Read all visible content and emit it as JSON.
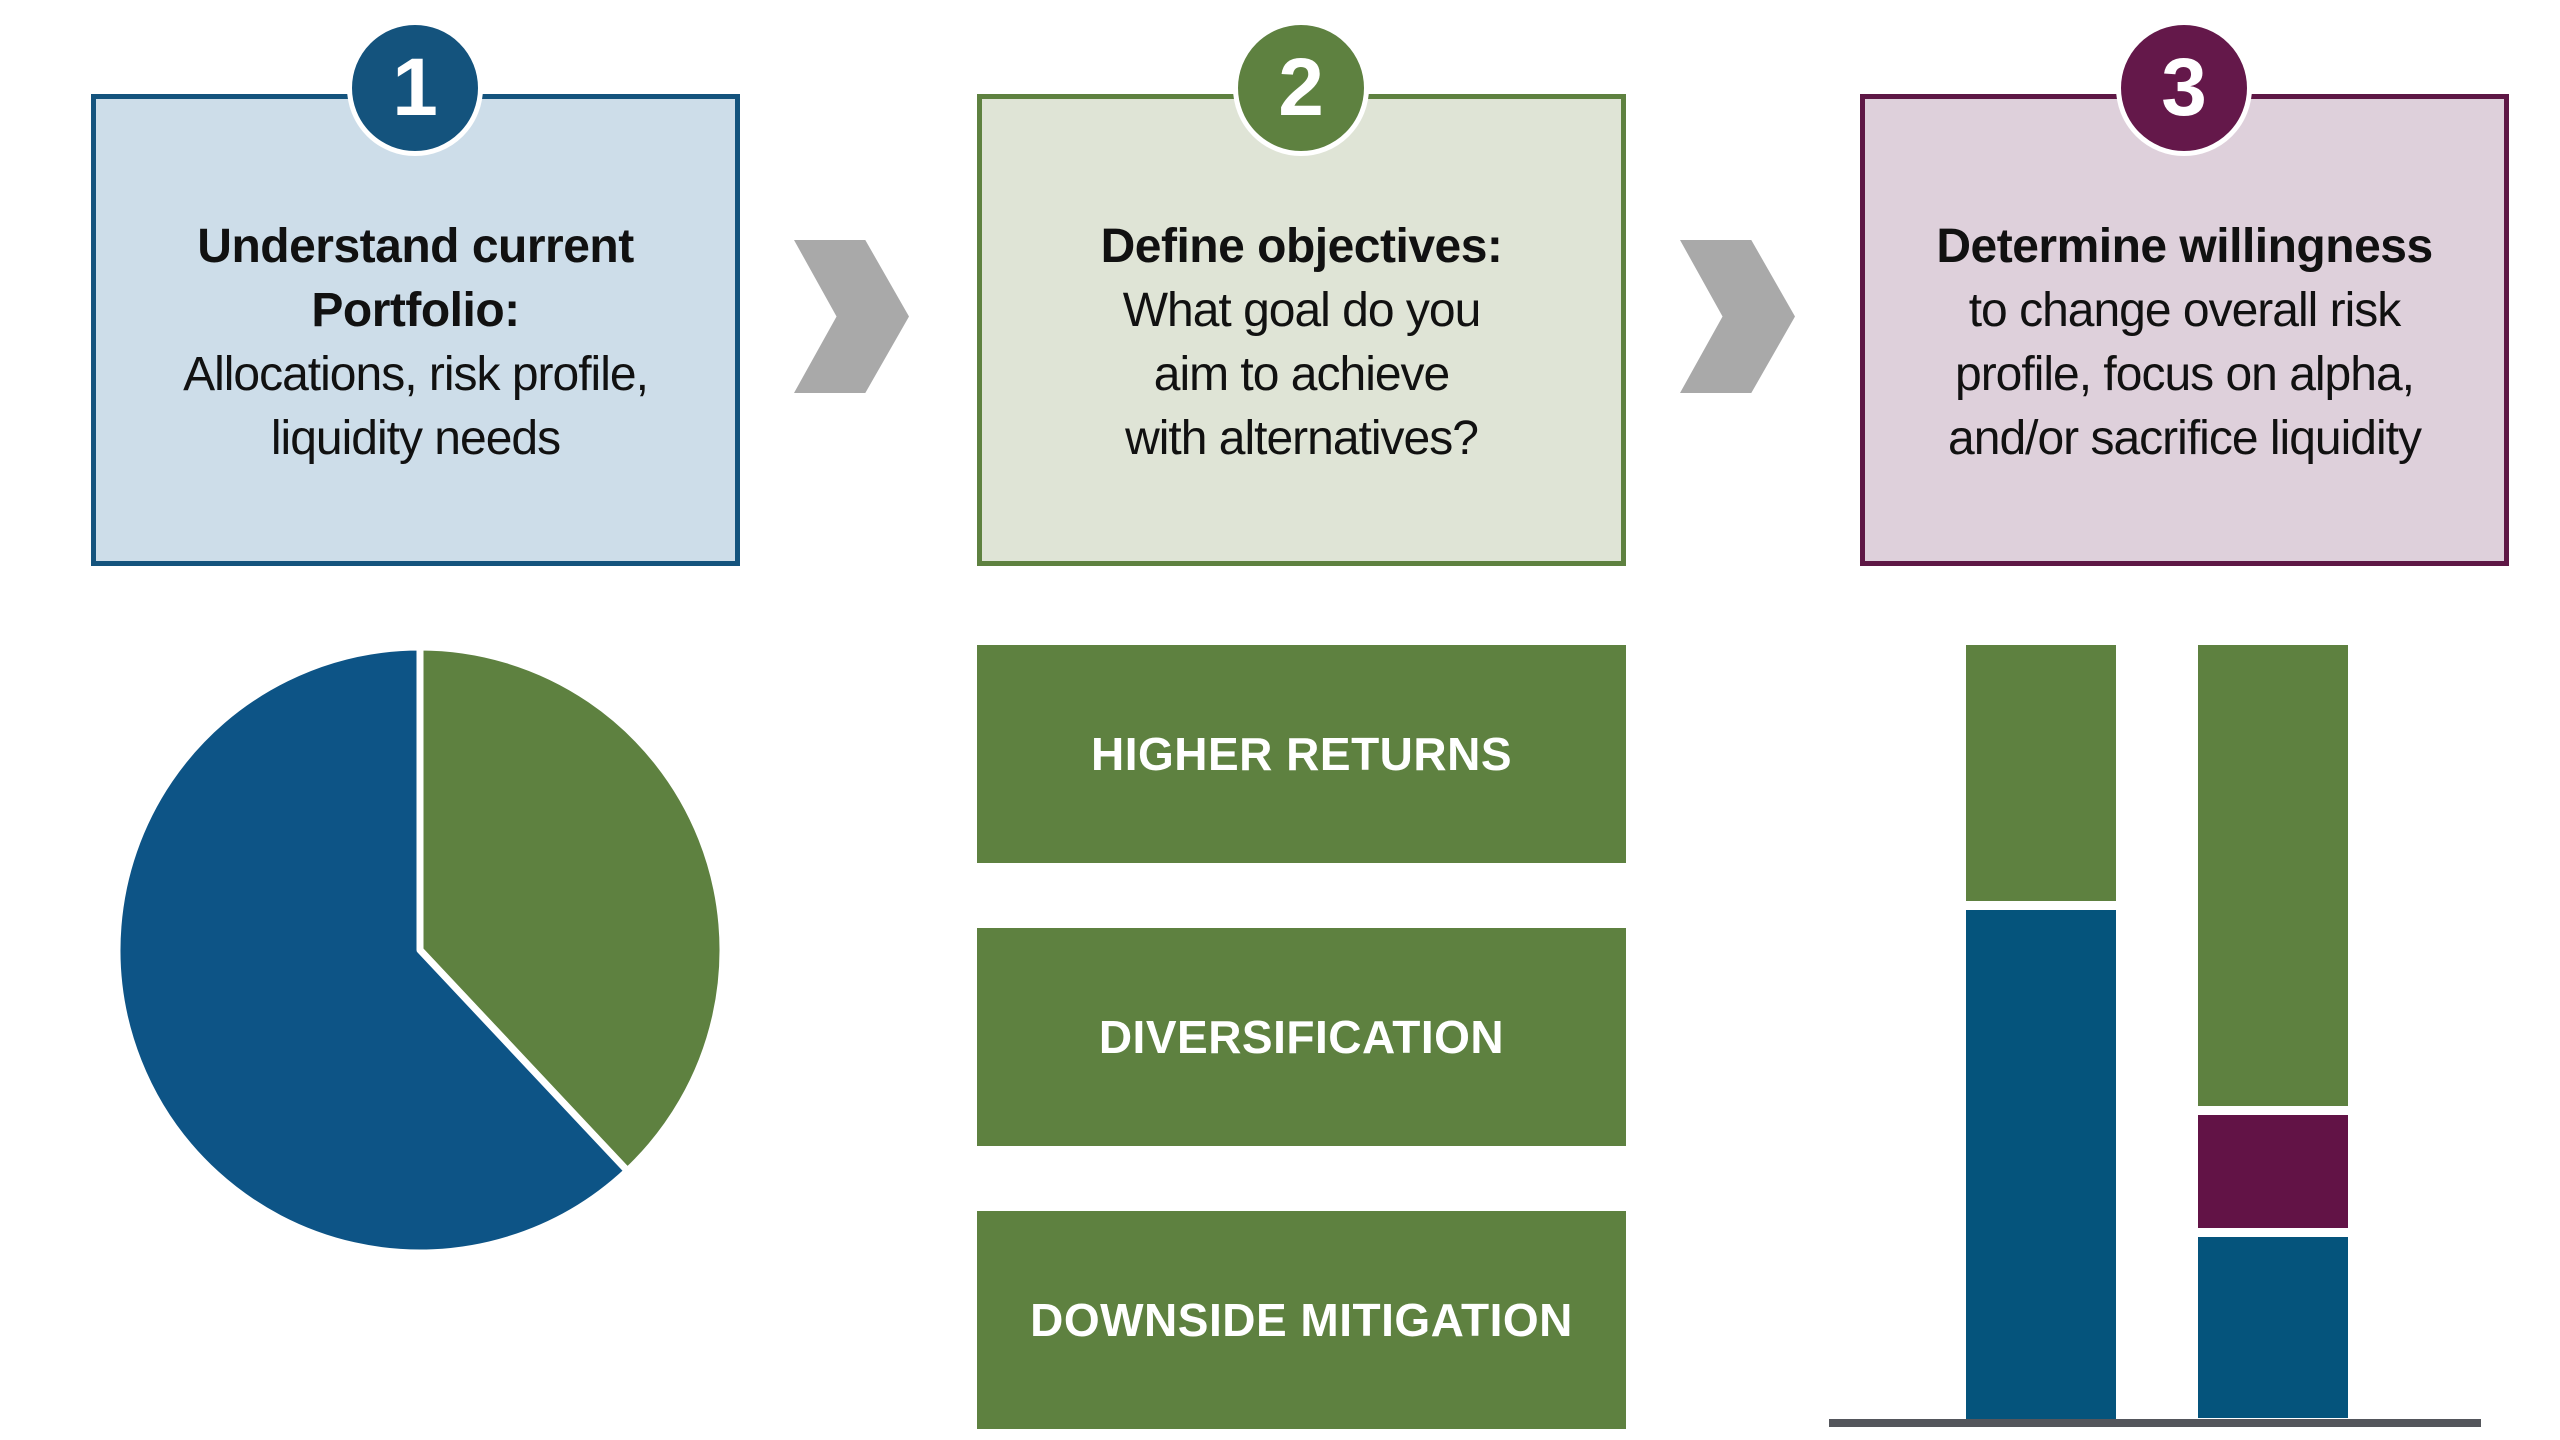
{
  "palette": {
    "dark_blue": "#14537d",
    "olive_green": "#5e8140",
    "plum": "#621346",
    "light_blue_bg": "#cddde9",
    "light_green_bg": "#dfe4d6",
    "light_mauve_bg": "#ded0db",
    "arrow_gray": "#a9a9a9",
    "baseline_gray": "#54565c",
    "text_black": "#111111",
    "white": "#ffffff"
  },
  "steps": [
    {
      "number": "1",
      "title_lines": [
        "Understand current",
        "Portfolio:"
      ],
      "body_lines": [
        "Allocations, risk profile,",
        "liquidity needs"
      ]
    },
    {
      "number": "2",
      "title_lines": [
        "Define objectives:"
      ],
      "body_lines": [
        "What goal do you",
        "aim to achieve",
        "with alternatives?"
      ]
    },
    {
      "number": "3",
      "title_lines": [
        "Determine willingness"
      ],
      "body_lines": [
        "to change overall risk",
        "profile, focus on alpha,",
        "and/or sacrifice liquidity"
      ]
    }
  ],
  "objectives": [
    {
      "label": "HIGHER RETURNS"
    },
    {
      "label": "DIVERSIFICATION"
    },
    {
      "label": "DOWNSIDE MITIGATION"
    }
  ],
  "chart_data": [
    {
      "type": "pie",
      "title": "",
      "start_angle_deg": 0,
      "clockwise": true,
      "slice_gap_stroke": "#ffffff",
      "slices": [
        {
          "name": "green-slice",
          "value": 38,
          "color": "#5e8140"
        },
        {
          "name": "blue-slice",
          "value": 62,
          "color": "#0d5486"
        }
      ]
    },
    {
      "type": "bar",
      "stacked": true,
      "title": "",
      "categories": [
        "left-bar",
        "right-bar"
      ],
      "unit": "percent (estimated, unlabeled)",
      "bars": [
        {
          "segments": [
            {
              "name": "green-segment",
              "value": 33.5,
              "color": "#5e8140"
            },
            {
              "name": "blue-segment",
              "value": 66.5,
              "color": "#05547c"
            }
          ]
        },
        {
          "segments": [
            {
              "name": "green-segment",
              "value": 61,
              "color": "#5e8140"
            },
            {
              "name": "purple-segment",
              "value": 15,
              "color": "#621346"
            },
            {
              "name": "blue-segment",
              "value": 24,
              "color": "#05547c"
            }
          ]
        }
      ],
      "baseline_color": "#54565c",
      "grid": false,
      "legend": false
    }
  ]
}
